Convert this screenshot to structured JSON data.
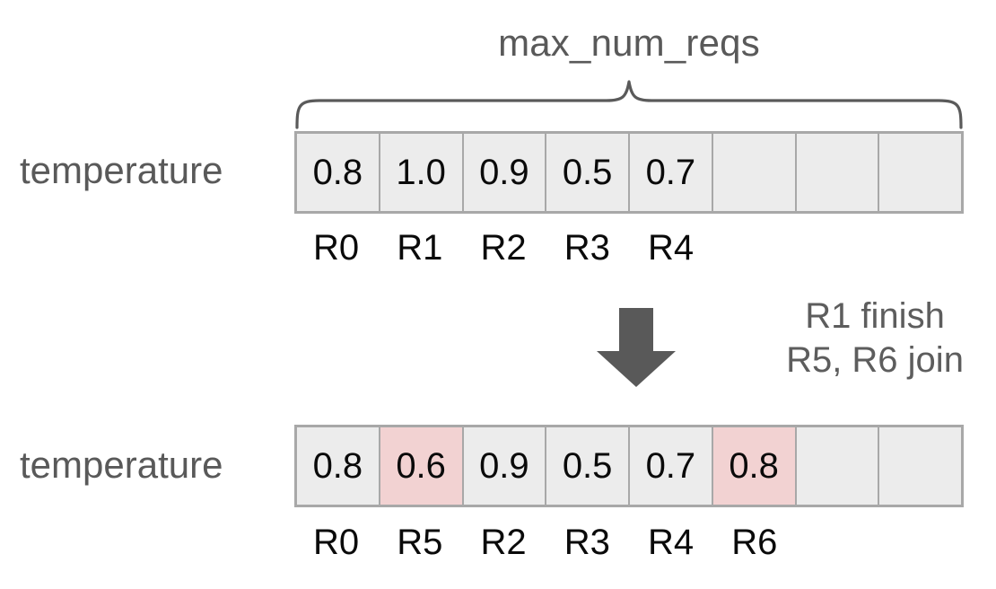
{
  "diagram": {
    "title": "max_num_reqs",
    "colors": {
      "cell_bg": "#ececec",
      "cell_highlight": "#f2d2d2",
      "border": "#a8a8a8",
      "label_gray": "#595959",
      "value_black": "#0a0a0a",
      "arrow": "#595959"
    },
    "before": {
      "row_label": "temperature",
      "capacity": 8,
      "cells": [
        {
          "value": "0.8",
          "highlight": false,
          "req": "R0"
        },
        {
          "value": "1.0",
          "highlight": false,
          "req": "R1"
        },
        {
          "value": "0.9",
          "highlight": false,
          "req": "R2"
        },
        {
          "value": "0.5",
          "highlight": false,
          "req": "R3"
        },
        {
          "value": "0.7",
          "highlight": false,
          "req": "R4"
        },
        {
          "value": "",
          "highlight": false,
          "req": ""
        },
        {
          "value": "",
          "highlight": false,
          "req": ""
        },
        {
          "value": "",
          "highlight": false,
          "req": ""
        }
      ]
    },
    "transition": {
      "arrow": "down-arrow",
      "line1": "R1 finish",
      "line2": "R5, R6 join"
    },
    "after": {
      "row_label": "temperature",
      "capacity": 8,
      "cells": [
        {
          "value": "0.8",
          "highlight": false,
          "req": "R0"
        },
        {
          "value": "0.6",
          "highlight": true,
          "req": "R5"
        },
        {
          "value": "0.9",
          "highlight": false,
          "req": "R2"
        },
        {
          "value": "0.5",
          "highlight": false,
          "req": "R3"
        },
        {
          "value": "0.7",
          "highlight": false,
          "req": "R4"
        },
        {
          "value": "0.8",
          "highlight": true,
          "req": "R6"
        },
        {
          "value": "",
          "highlight": false,
          "req": ""
        },
        {
          "value": "",
          "highlight": false,
          "req": ""
        }
      ]
    }
  }
}
